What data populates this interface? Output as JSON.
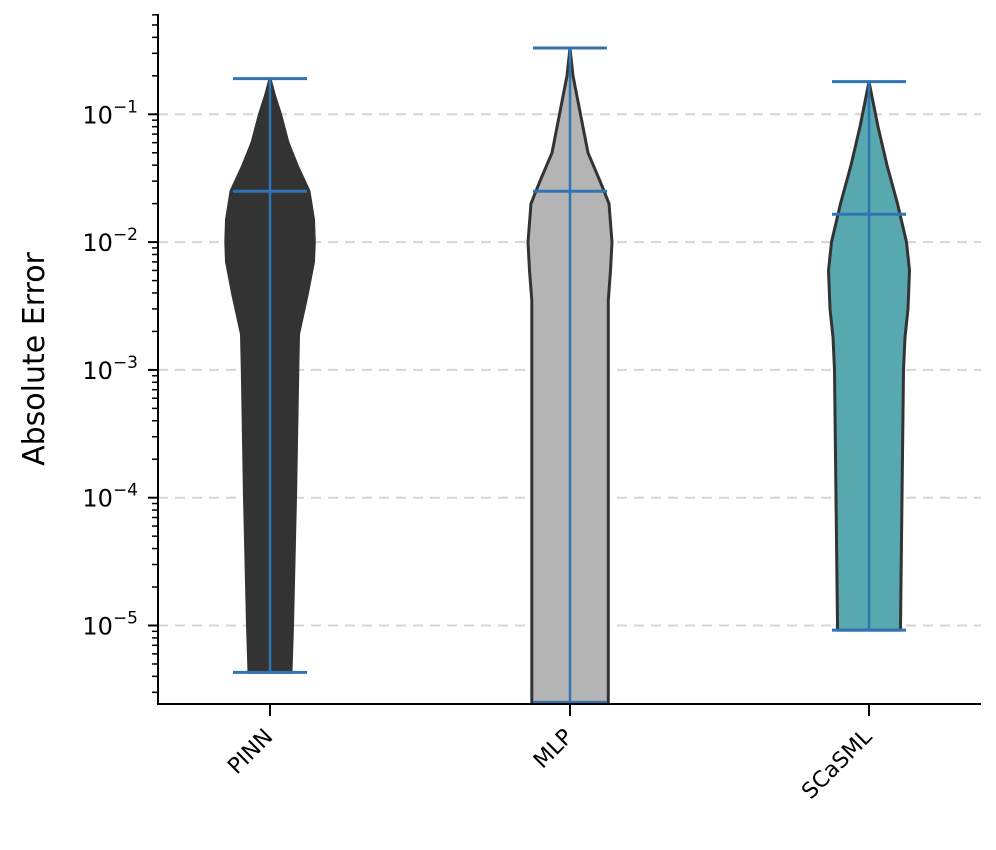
{
  "chart_data": {
    "type": "violin",
    "title": "",
    "xlabel": "",
    "ylabel": "Absolute Error",
    "yscale": "log",
    "ylim": [
      2.5e-06,
      0.6
    ],
    "yticks": [
      {
        "value": 1e-05,
        "base": "10",
        "exp": "−5"
      },
      {
        "value": 0.0001,
        "base": "10",
        "exp": "−4"
      },
      {
        "value": 0.001,
        "base": "10",
        "exp": "−3"
      },
      {
        "value": 0.01,
        "base": "10",
        "exp": "−2"
      },
      {
        "value": 0.1,
        "base": "10",
        "exp": "−1"
      }
    ],
    "grid": "y-dashed",
    "categories": [
      "PINN",
      "MLP",
      "SCaSML"
    ],
    "series": [
      {
        "category": "PINN",
        "color": "#333333",
        "min": 4.3e-06,
        "max": 0.19,
        "mean": 0.025,
        "density_profile": [
          [
            4.3e-06,
            0.14
          ],
          [
            1e-05,
            0.15
          ],
          [
            0.0001,
            0.17
          ],
          [
            0.001,
            0.185
          ],
          [
            0.0019,
            0.19
          ],
          [
            0.004,
            0.25
          ],
          [
            0.007,
            0.29
          ],
          [
            0.01,
            0.295
          ],
          [
            0.015,
            0.29
          ],
          [
            0.025,
            0.26
          ],
          [
            0.04,
            0.18
          ],
          [
            0.06,
            0.12
          ],
          [
            0.1,
            0.07
          ],
          [
            0.14,
            0.03
          ],
          [
            0.19,
            0.0
          ]
        ]
      },
      {
        "category": "MLP",
        "color": "#b5b4b5",
        "min": 2.5e-06,
        "max": 0.33,
        "mean": 0.025,
        "density_profile": [
          [
            2.5e-06,
            0.255
          ],
          [
            1e-05,
            0.255
          ],
          [
            0.0001,
            0.255
          ],
          [
            0.001,
            0.255
          ],
          [
            0.0035,
            0.255
          ],
          [
            0.006,
            0.27
          ],
          [
            0.01,
            0.28
          ],
          [
            0.02,
            0.26
          ],
          [
            0.03,
            0.2
          ],
          [
            0.05,
            0.12
          ],
          [
            0.1,
            0.07
          ],
          [
            0.2,
            0.02
          ],
          [
            0.33,
            0.0
          ]
        ]
      },
      {
        "category": "SCaSML",
        "color": "#58a8b0",
        "min": 9.2e-06,
        "max": 0.18,
        "mean": 0.0165,
        "density_profile": [
          [
            9.2e-06,
            0.21
          ],
          [
            1e-05,
            0.21
          ],
          [
            0.0001,
            0.22
          ],
          [
            0.001,
            0.23
          ],
          [
            0.0018,
            0.24
          ],
          [
            0.003,
            0.26
          ],
          [
            0.006,
            0.27
          ],
          [
            0.01,
            0.25
          ],
          [
            0.02,
            0.19
          ],
          [
            0.04,
            0.12
          ],
          [
            0.08,
            0.06
          ],
          [
            0.12,
            0.03
          ],
          [
            0.18,
            0.0
          ]
        ]
      }
    ],
    "stat_line_color": "#2f75b3"
  }
}
